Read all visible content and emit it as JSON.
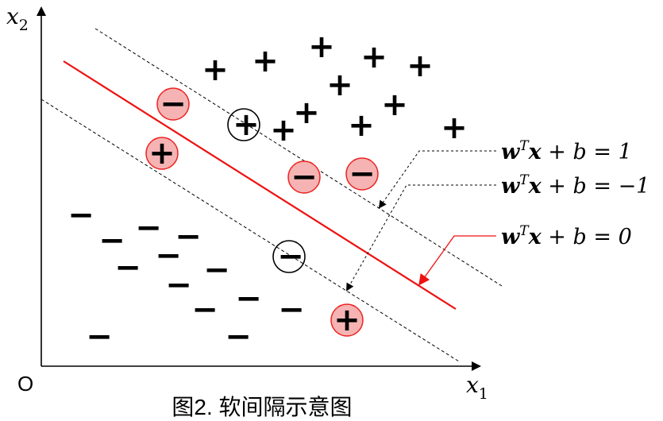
{
  "axes": {
    "x_label_var": "x",
    "x_label_sub": "1",
    "y_label_var": "x",
    "y_label_sub": "2",
    "origin_label": "O"
  },
  "caption": "图2. 软间隔示意图",
  "equations": {
    "upper": {
      "w": "w",
      "T": "T",
      "x": "x",
      "rest": " + b = 1"
    },
    "lower": {
      "w": "w",
      "T": "T",
      "x": "x",
      "rest": " + b = −1"
    },
    "center": {
      "w": "w",
      "T": "T",
      "x": "x",
      "rest": " + b = 0"
    }
  },
  "symbols": {
    "plus": "+",
    "minus": "−"
  },
  "colors": {
    "hyperplane": "#ee1111",
    "highlight_fill": "#f5b3b3",
    "highlight_stroke": "#ee2222",
    "support_stroke": "#000000",
    "margin_line": "#000000",
    "symbol": "#000000"
  }
}
